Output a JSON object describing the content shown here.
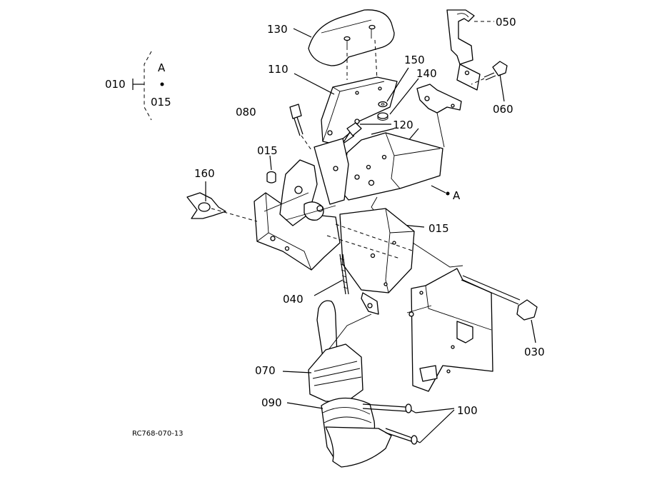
{
  "diagram": {
    "reference_code": "RC768-070-13",
    "detail_marker": "A",
    "parts": {
      "p010": "010",
      "p015_detail": "015",
      "p015_a": "015",
      "p015_b": "015",
      "p030": "030",
      "p040": "040",
      "p050": "050",
      "p060": "060",
      "p070": "070",
      "p080": "080",
      "p090": "090",
      "p100": "100",
      "p110": "110",
      "p120": "120",
      "p130": "130",
      "p140": "140",
      "p150": "150",
      "p160": "160"
    }
  }
}
